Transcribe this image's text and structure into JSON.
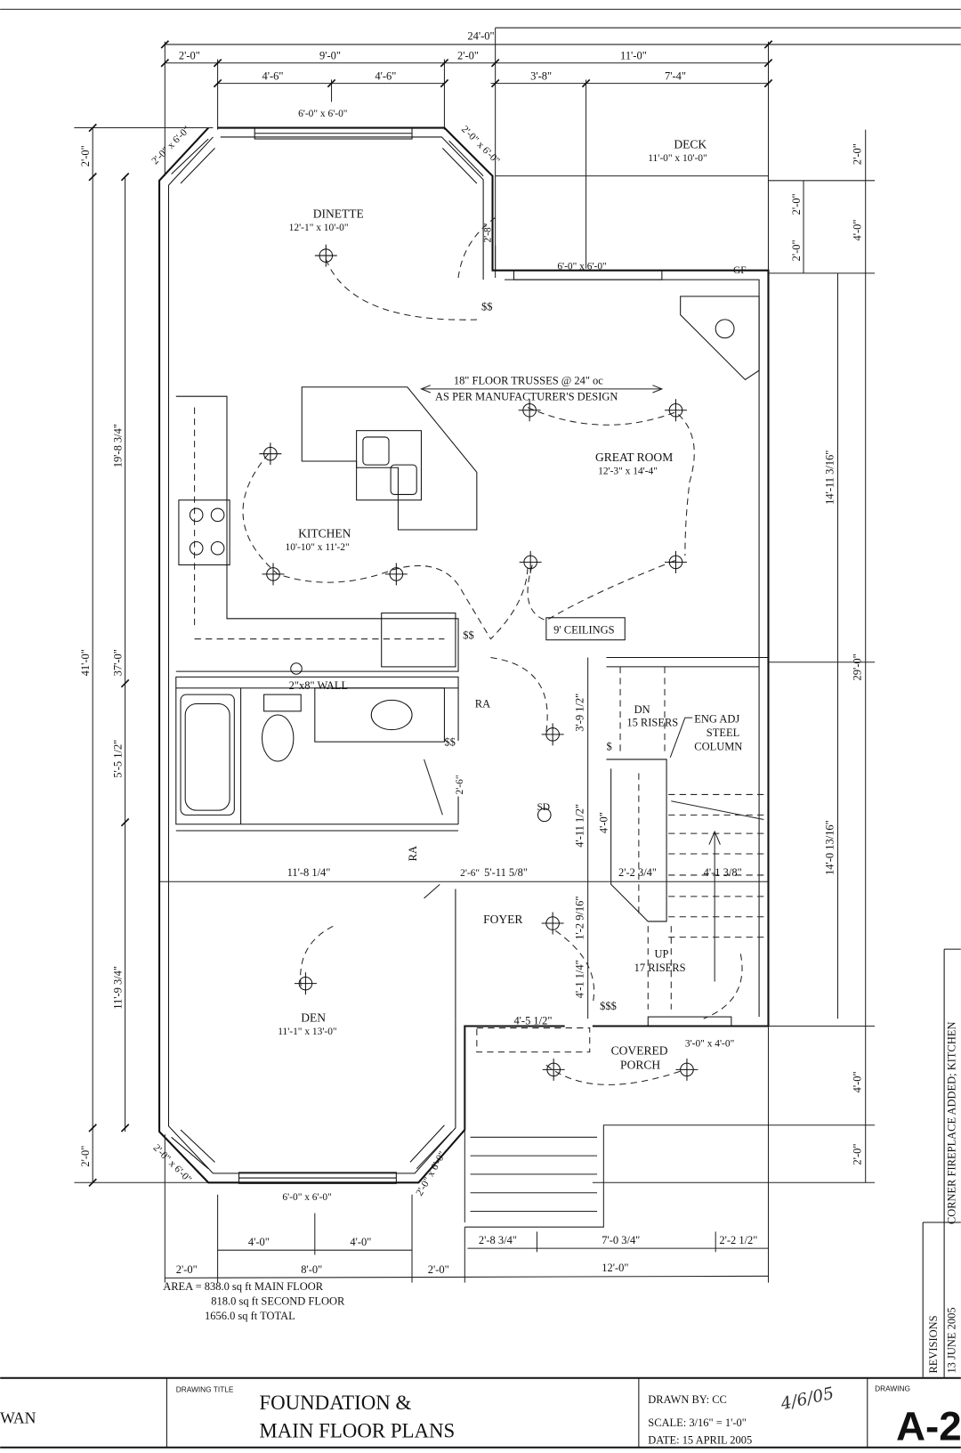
{
  "dims": {
    "top_overall": "24'-0\"",
    "top_a": "2'-0\"",
    "top_b": "9'-0\"",
    "top_c": "2'-0\"",
    "top_d": "11'-0\"",
    "top_e": "4'-6\"",
    "top_f": "4'-6\"",
    "top_g": "3'-8\"",
    "top_h": "7'-4\"",
    "left_overall": "41'-0\"",
    "left_37": "37'-0\"",
    "left_a": "2'-0\"",
    "left_b": "19'-8 3/4\"",
    "left_c": "5'-5 1/2\"",
    "left_d": "11'-9 3/4\"",
    "left_e": "2'-0\"",
    "right_29": "29'-0\"",
    "right_a": "2'-0\"",
    "right_b": "4'-0\"",
    "right_c": "4'-0\"",
    "right_d": "2'-0\"",
    "right_inner_a": "2'-0\"",
    "right_inner_b": "2'-0\"",
    "right_e": "14'-11 3/16\"",
    "right_f": "14'-0 13/16\"",
    "bot_a": "4'-0\"",
    "bot_b": "4'-0\"",
    "bot_c": "2'-0\"",
    "bot_d": "8'-0\"",
    "bot_e": "2'-0\"",
    "bot_f": "2'-8 3/4\"",
    "bot_g": "7'-0 3/4\"",
    "bot_h": "2'-2 1/2\"",
    "bot_i": "12'-0\"",
    "mid_a": "11'-8 1/4\"",
    "mid_b": "2'-6\"",
    "mid_c": "5'-11 5/8\"",
    "mid_d": "2'-6\"",
    "stair_a": "3'-9 1/2\"",
    "stair_b": "4'-11 1/2\"",
    "stair_c": "4'-0\"",
    "stair_d": "2'-2 3/4\"",
    "stair_e": "4'-1 3/8\"",
    "stair_f": "1'-2 9/16\"",
    "stair_g": "4'-1 1/4\"",
    "porch_a": "4'-5 1/2\""
  },
  "windows": {
    "dinette_top": "6'-0\" x 6'-0\"",
    "dinette_left": "2'-0\" x 6'-0\"",
    "dinette_right": "2'-0\" x 6'-0\"",
    "door": "2'-8\"",
    "deck_window": "6'-0\" x 6'-0\"",
    "den_bottom": "6'-0\" x 6'-0\"",
    "den_left": "2'-0\" x 6'-0\"",
    "den_right": "2'-0\" x 6'-0\"",
    "porch_window": "3'-0\" x 4'-0\""
  },
  "rooms": {
    "deck": {
      "name": "DECK",
      "size": "11'-0\" x 10'-0\""
    },
    "dinette": {
      "name": "DINETTE",
      "size": "12'-1\" x 10'-0\""
    },
    "great_room": {
      "name": "GREAT ROOM",
      "size": "12'-3\" x 14'-4\""
    },
    "kitchen": {
      "name": "KITCHEN",
      "size": "10'-10\" x 11'-2\""
    },
    "den": {
      "name": "DEN",
      "size": "11'-1\" x 13'-0\""
    },
    "foyer": {
      "name": "FOYER"
    },
    "porch": {
      "line1": "COVERED",
      "line2": "PORCH"
    }
  },
  "notes": {
    "trusses1": "18\" FLOOR TRUSSES @ 24\" oc",
    "trusses2": "AS PER MANUFACTURER'S DESIGN",
    "ceilings": "9' CEILINGS",
    "wall": "2\"x8\" WALL",
    "dn1": "DN",
    "dn2": "15 RISERS",
    "up1": "UP",
    "up2": "17 RISERS",
    "col1": "ENG ADJ",
    "col2": "STEEL",
    "col3": "COLUMN",
    "ra": "RA",
    "sd": "SD",
    "gf": "GF"
  },
  "area": {
    "line1": "AREA = 838.0 sq ft  MAIN FLOOR",
    "line2": "818.0 sq ft  SECOND FLOOR",
    "line3": "1656.0 sq ft  TOTAL"
  },
  "revisions": {
    "label": "REVISIONS",
    "date": "13 JUNE 2005",
    "desc": "CORNER FIREPLACE ADDED; KITCHEN"
  },
  "title_block": {
    "client_fragment": "WAN",
    "drawing_title_label": "DRAWING TITLE",
    "title1": "FOUNDATION &",
    "title2": "MAIN FLOOR PLANS",
    "drawn_by": "DRAWN BY: CC",
    "scale": "SCALE: 3/16\" = 1'-0\"",
    "date": "DATE: 15 APRIL 2005",
    "handwritten": "4/6/05",
    "drawing_label": "DRAWING",
    "drawing_number": "A-2"
  }
}
